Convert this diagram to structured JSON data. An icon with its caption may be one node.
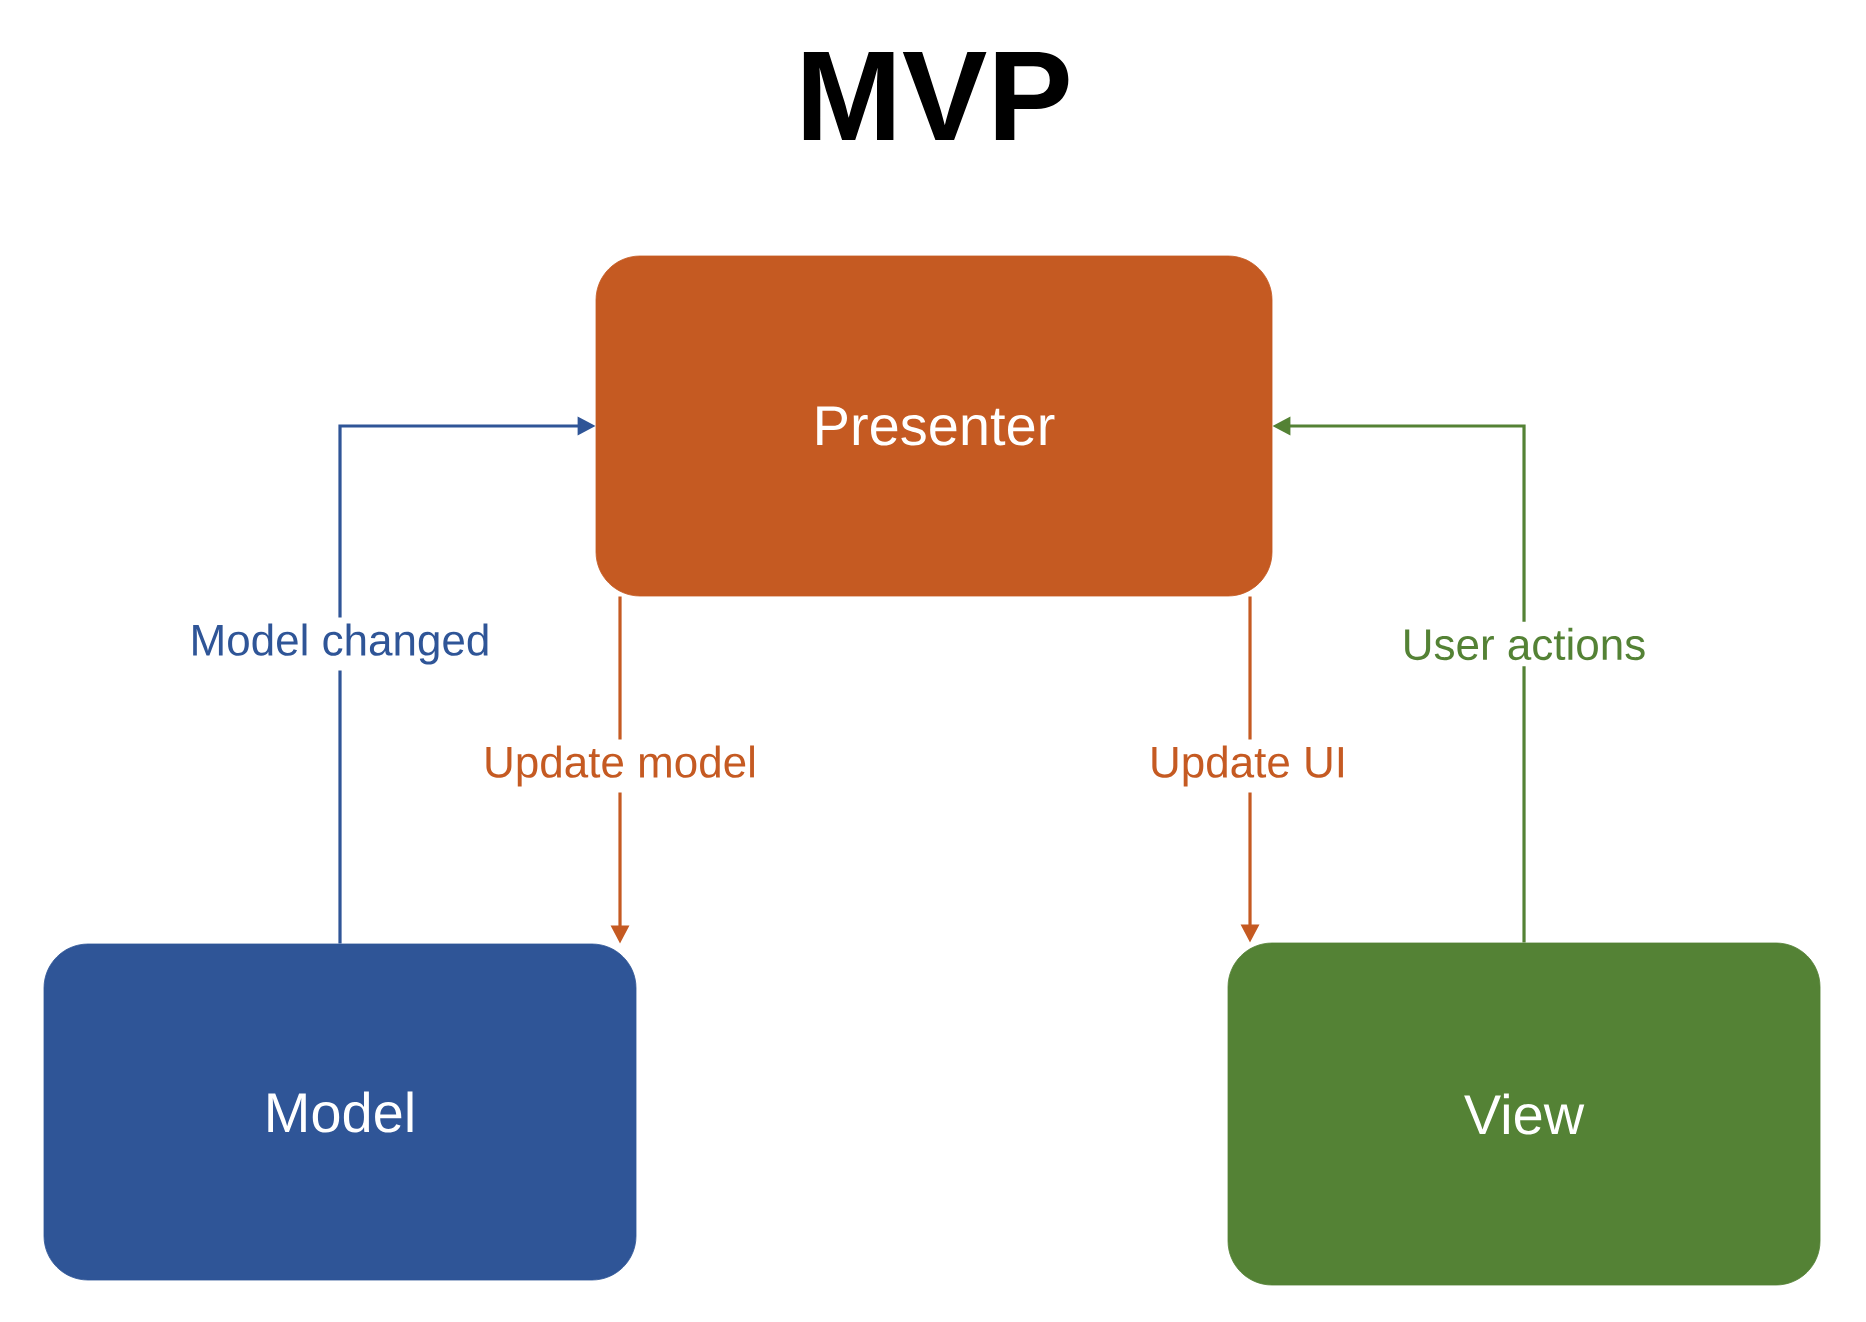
{
  "diagram": {
    "title": "MVP",
    "nodes": [
      {
        "text": [
          "Model"
        ]
      },
      {
        "text": [
          "Presenter"
        ]
      },
      {
        "text": [
          "View"
        ]
      }
    ],
    "edges": [
      {
        "from": 0,
        "to": 1,
        "arrow": "to",
        "label": "Model changed",
        "color": "#2f5597"
      },
      {
        "from": 1,
        "to": 0,
        "arrow": "to",
        "label": "Update model",
        "color": "#c55a22"
      },
      {
        "from": 1,
        "to": 2,
        "arrow": "to",
        "label": "Update UI",
        "color": "#c55a22"
      },
      {
        "from": 2,
        "to": 1,
        "arrow": "to",
        "label": "User actions",
        "color": "#548235"
      }
    ]
  }
}
